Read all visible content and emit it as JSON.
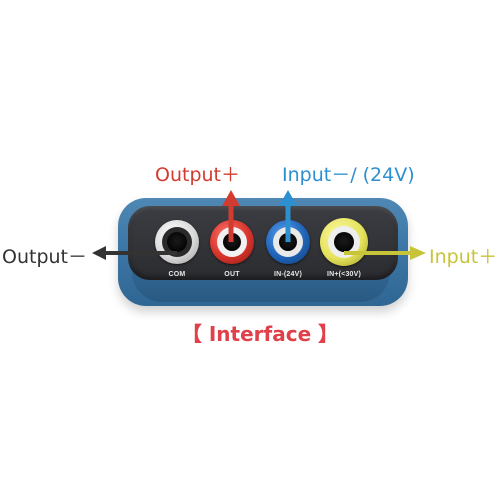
{
  "colors": {
    "output_plus": "#d23b30",
    "input_minus": "#2c8fd0",
    "output_minus": "#333333",
    "input_plus": "#c7c43a",
    "title": "#e0404a"
  },
  "callouts": {
    "output_plus": "Output＋",
    "input_minus": "Input－/ (24V)",
    "output_minus": "Output－",
    "input_plus": "Input＋"
  },
  "ports": [
    {
      "label": "COM",
      "ring_color": "#e8e8e8"
    },
    {
      "label": "OUT",
      "ring_color": "#d6332b"
    },
    {
      "label": "IN-(24V)",
      "ring_color": "#1f63b8"
    },
    {
      "label": "IN+(<30V)",
      "ring_color": "#e5e25b"
    }
  ],
  "title": "【 Interface 】"
}
